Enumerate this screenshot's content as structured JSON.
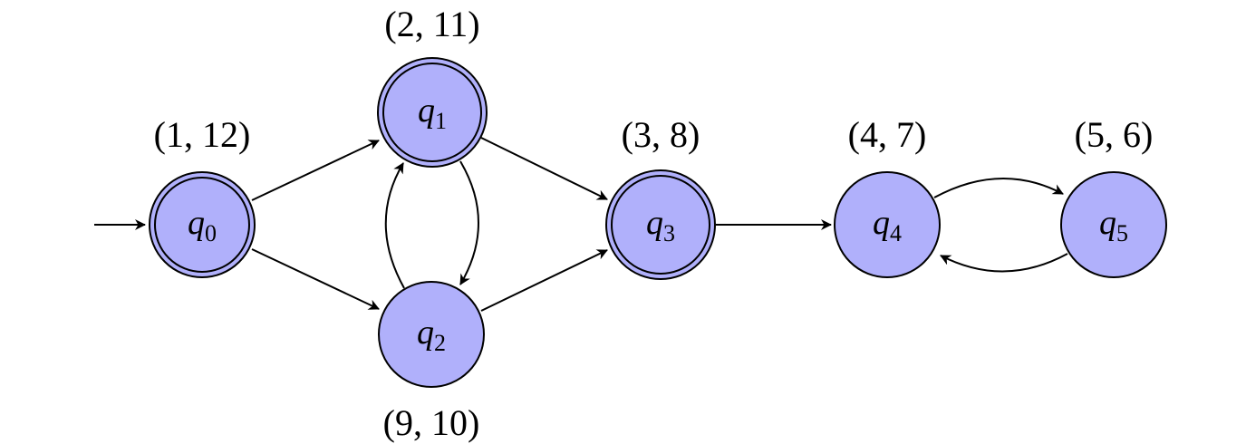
{
  "states": [
    {
      "id": "q0",
      "name": "q",
      "index": "0",
      "label": "(1, 12)",
      "accepting": true,
      "initial": true
    },
    {
      "id": "q1",
      "name": "q",
      "index": "1",
      "label": "(2, 11)",
      "accepting": true,
      "initial": false
    },
    {
      "id": "q2",
      "name": "q",
      "index": "2",
      "label": "(9, 10)",
      "accepting": false,
      "initial": false
    },
    {
      "id": "q3",
      "name": "q",
      "index": "3",
      "label": "(3, 8)",
      "accepting": true,
      "initial": false
    },
    {
      "id": "q4",
      "name": "q",
      "index": "4",
      "label": "(4, 7)",
      "accepting": false,
      "initial": false
    },
    {
      "id": "q5",
      "name": "q",
      "index": "5",
      "label": "(5, 6)",
      "accepting": false,
      "initial": false
    }
  ],
  "transitions": [
    {
      "from": "q0",
      "to": "q1"
    },
    {
      "from": "q0",
      "to": "q2"
    },
    {
      "from": "q1",
      "to": "q2"
    },
    {
      "from": "q2",
      "to": "q1"
    },
    {
      "from": "q1",
      "to": "q3"
    },
    {
      "from": "q2",
      "to": "q3"
    },
    {
      "from": "q3",
      "to": "q4"
    },
    {
      "from": "q4",
      "to": "q5"
    },
    {
      "from": "q5",
      "to": "q4"
    }
  ],
  "colors": {
    "state_fill": "#b0b0fb",
    "stroke": "#000000"
  }
}
